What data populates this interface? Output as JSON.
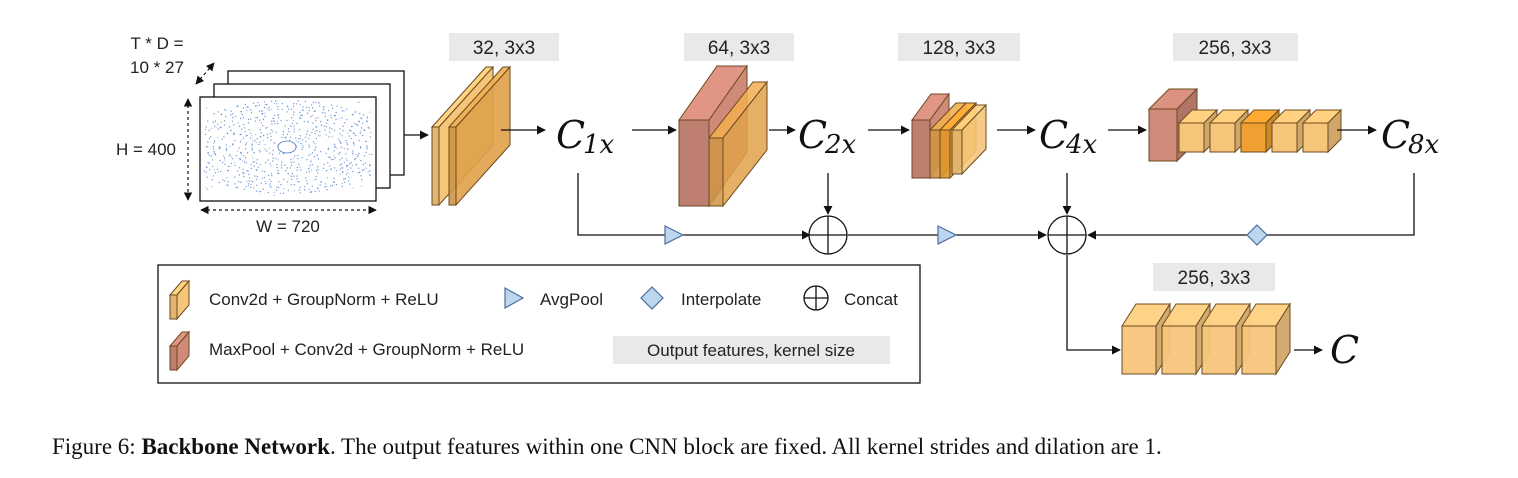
{
  "input": {
    "depth_label_line1": "T * D =",
    "depth_label_line2": "10 * 27",
    "height_label": "H = 400",
    "width_label": "W = 720"
  },
  "stages": [
    {
      "tag": "32, 3x3",
      "output": "C",
      "output_sub": "1x"
    },
    {
      "tag": "64, 3x3",
      "output": "C",
      "output_sub": "2x"
    },
    {
      "tag": "128, 3x3",
      "output": "C",
      "output_sub": "4x"
    },
    {
      "tag": "256, 3x3",
      "output": "C",
      "output_sub": "8x"
    }
  ],
  "head": {
    "tag": "256, 3x3",
    "output": "C"
  },
  "legend": {
    "conv_label": "Conv2d + GroupNorm + ReLU",
    "avgpool_label": "AvgPool",
    "interpolate_label": "Interpolate",
    "concat_label": "Concat",
    "maxpool_label": "MaxPool + Conv2d + GroupNorm + ReLU",
    "output_features_label": "Output features, kernel size"
  },
  "caption": {
    "prefix": "Figure 6: ",
    "title": "Backbone Network",
    "text": ". The output features within one CNN block are fixed. All kernel strides and dilation are 1."
  },
  "colors": {
    "conv_block": "#f5c57a",
    "conv_block_dark": "#e0a14a",
    "conv_block_deep": "#f0a030",
    "maxpool_block": "#d08a7a",
    "maxpool_block_dark": "#b86a5c",
    "avgpool": "#bcd6f0",
    "interpolate": "#bcd6f0",
    "tag_bg": "#e9e9e9",
    "lidar": "#4a7cc8"
  }
}
